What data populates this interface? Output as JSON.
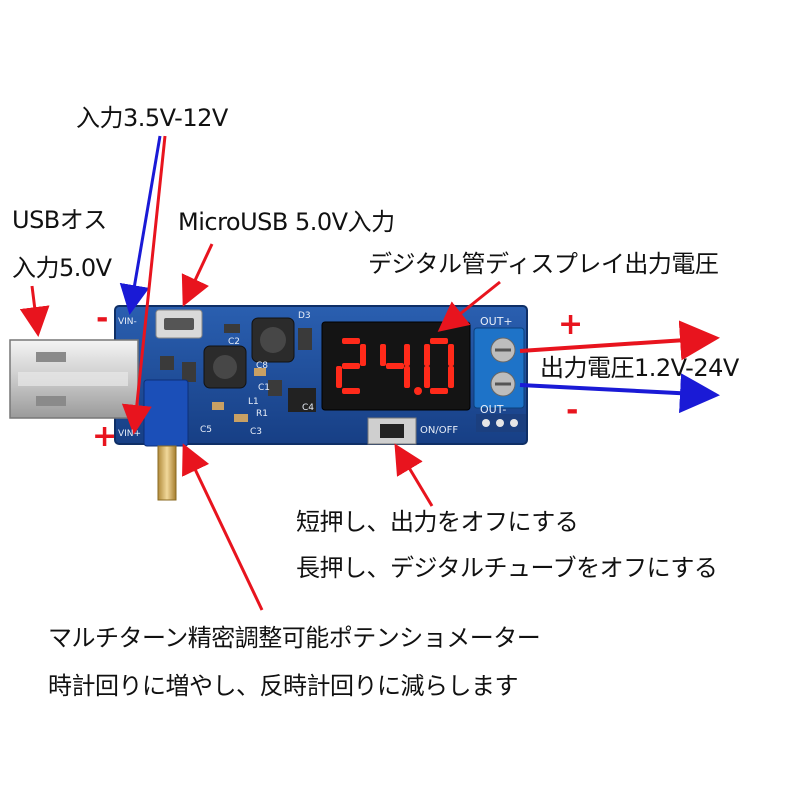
{
  "labels": {
    "input_range": "入力3.5V-12V",
    "usb_male_line1": "USBオス",
    "usb_male_line2": "入力5.0V",
    "micro_usb": "MicroUSB 5.0V入力",
    "display_output": "デジタル管ディスプレイ出力電圧",
    "output_voltage": "出力電圧1.2V-24V",
    "short_press": "短押し、出力をオフにする",
    "long_press": "長押し、デジタルチューブをオフにする",
    "potentiometer": "マルチターン精密調整可能ポテンショメーター",
    "rotation": "時計回りに増やし、反時計回りに減らします"
  },
  "signs": {
    "minus": "-",
    "plus": "+",
    "out_plus": "+",
    "out_minus": "-"
  },
  "board": {
    "display_value": "24.0",
    "silk_out_plus": "OUT+",
    "silk_out_minus": "OUT-",
    "silk_onoff": "ON/OFF",
    "silk_vin_minus": "VIN-",
    "silk_vin_plus": "VIN+",
    "silk_d3": "D3",
    "silk_c2": "C2",
    "silk_c8": "C8",
    "silk_c1": "C1",
    "silk_l1": "L1",
    "silk_r1": "R1",
    "silk_c5": "C5",
    "silk_c3": "C3",
    "silk_c4": "C4"
  },
  "colors": {
    "pcb": "#1f4f9c",
    "display_digit": "#ff2a1a",
    "arrow_red": "#e8141e",
    "arrow_blue": "#1a1ad6",
    "terminal": "#1e73c8",
    "pot": "#1b4fb8"
  }
}
